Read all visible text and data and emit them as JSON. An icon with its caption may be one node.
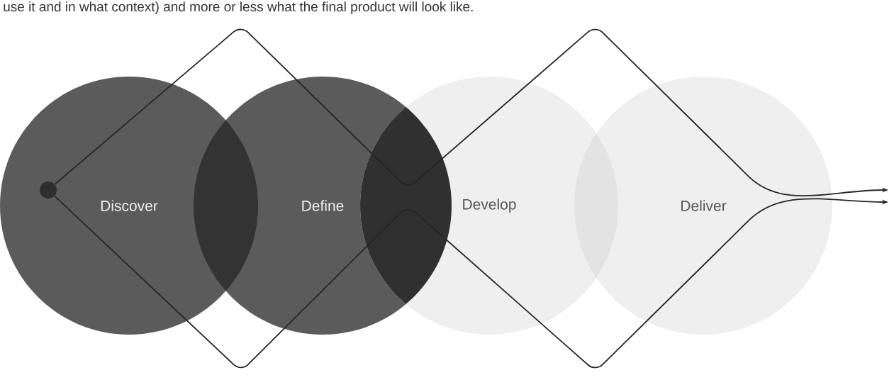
{
  "diagram": {
    "nodes": [
      {
        "text": [
          "Discover"
        ]
      },
      {
        "text": [],
        "shape": "circle",
        "in": 0
      },
      {
        "text": [
          "Define"
        ]
      },
      {
        "text": [
          "Develop"
        ]
      },
      {
        "text": [
          "Deliver"
        ]
      }
    ],
    "edges": [
      {
        "from": 1,
        "to": null,
        "arrow": "to"
      },
      {
        "from": 1,
        "to": null,
        "arrow": "to"
      }
    ],
    "labels": [
      "use it and in what context) and more or less what the final product will look like."
    ]
  }
}
